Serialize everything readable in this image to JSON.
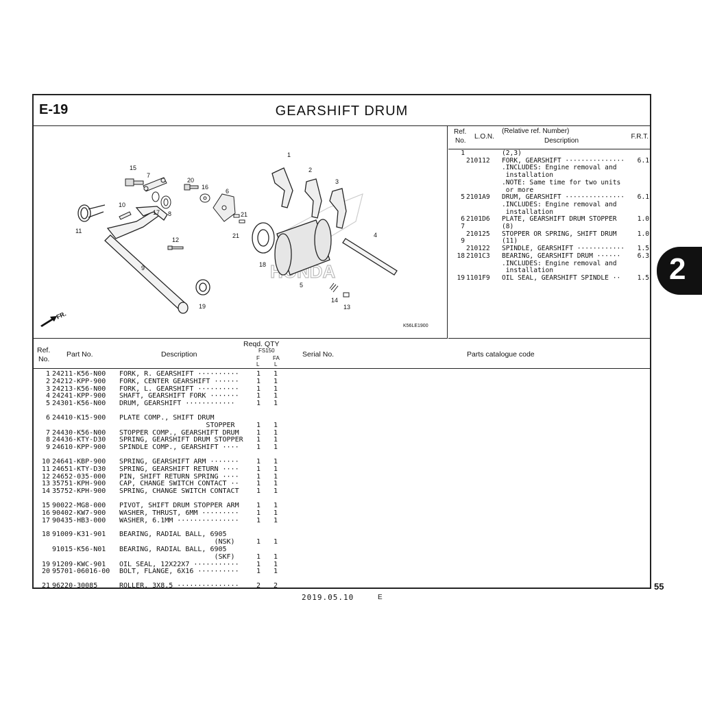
{
  "header": {
    "page_code": "E-19",
    "title": "GEARSHIFT DRUM"
  },
  "section_tab": "2",
  "page_number": "55",
  "footer": {
    "date": "2019.05.10",
    "edition": "E"
  },
  "diagram": {
    "code": "K56LE1900",
    "direction_label": "FR.",
    "callouts": [
      "1",
      "2",
      "3",
      "4",
      "5",
      "6",
      "7",
      "8",
      "9",
      "10",
      "11",
      "12",
      "13",
      "14",
      "15",
      "16",
      "17",
      "18",
      "19",
      "20",
      "21",
      "21"
    ]
  },
  "lon_table": {
    "headers": {
      "ref": "Ref.",
      "ref_no": "No.",
      "lon": "L.O.N.",
      "desc_top": "(Relative ref. Number)",
      "desc": "Description",
      "frt": "F.R.T."
    },
    "rows": [
      {
        "ref": "1",
        "lon": "",
        "desc": "(2,3)",
        "frt": ""
      },
      {
        "ref": "",
        "lon": "210112",
        "desc": "FORK, GEARSHIFT ···············",
        "frt": "6.1"
      },
      {
        "ref": "",
        "lon": "",
        "desc": ".INCLUDES: Engine removal and",
        "frt": ""
      },
      {
        "ref": "",
        "lon": "",
        "desc": " installation",
        "frt": ""
      },
      {
        "ref": "",
        "lon": "",
        "desc": ".NOTE: Same time for two units",
        "frt": ""
      },
      {
        "ref": "",
        "lon": "",
        "desc": " or more",
        "frt": ""
      },
      {
        "ref": "5",
        "lon": "2101A9",
        "desc": "DRUM, GEARSHIFT ···············",
        "frt": "6.1"
      },
      {
        "ref": "",
        "lon": "",
        "desc": ".INCLUDES: Engine removal and",
        "frt": ""
      },
      {
        "ref": "",
        "lon": "",
        "desc": " installation",
        "frt": ""
      },
      {
        "ref": "6",
        "lon": "2101D6",
        "desc": "PLATE, GEARSHIFT DRUM STOPPER",
        "frt": "1.0"
      },
      {
        "ref": "7",
        "lon": "",
        "desc": "(8)",
        "frt": ""
      },
      {
        "ref": "",
        "lon": "210125",
        "desc": "STOPPER OR SPRING, SHIFT DRUM",
        "frt": "1.0"
      },
      {
        "ref": "9",
        "lon": "",
        "desc": "(11)",
        "frt": ""
      },
      {
        "ref": "",
        "lon": "210122",
        "desc": "SPINDLE, GEARSHIFT ············",
        "frt": "1.5"
      },
      {
        "ref": "18",
        "lon": "2101C3",
        "desc": "BEARING, GEARSHIFT DRUM ······",
        "frt": "6.3"
      },
      {
        "ref": "",
        "lon": "",
        "desc": ".INCLUDES: Engine removal and",
        "frt": ""
      },
      {
        "ref": "",
        "lon": "",
        "desc": " installation",
        "frt": ""
      },
      {
        "ref": "19",
        "lon": "1101F9",
        "desc": "OIL SEAL, GEARSHIFT SPINDLE ··",
        "frt": "1.5"
      }
    ]
  },
  "parts_table": {
    "headers": {
      "ref": "Ref.",
      "ref_no": "No.",
      "part_no": "Part No.",
      "description": "Description",
      "reqd_qty": "Reqd. QTY",
      "model": "FS150",
      "f": "F",
      "fa": "FA",
      "f_l": "L",
      "fa_l": "L",
      "serial": "Serial No.",
      "catalogue": "Parts catalogue code"
    },
    "rows": [
      {
        "ref": "1",
        "part": "24211-K56-N00",
        "desc": "FORK, R. GEARSHIFT ··········",
        "f": "1",
        "fa": "1"
      },
      {
        "ref": "2",
        "part": "24212-KPP-900",
        "desc": "FORK, CENTER GEARSHIFT ······",
        "f": "1",
        "fa": "1"
      },
      {
        "ref": "3",
        "part": "24213-K56-N00",
        "desc": "FORK, L. GEARSHIFT ··········",
        "f": "1",
        "fa": "1"
      },
      {
        "ref": "4",
        "part": "24241-KPP-900",
        "desc": "SHAFT, GEARSHIFT FORK ·······",
        "f": "1",
        "fa": "1"
      },
      {
        "ref": "5",
        "part": "24301-K56-N00",
        "desc": "DRUM, GEARSHIFT ············",
        "f": "1",
        "fa": "1"
      },
      {
        "ref": "6",
        "part": "24410-K15-900",
        "desc": "PLATE COMP., SHIFT DRUM",
        "f": "",
        "fa": ""
      },
      {
        "ref": "",
        "part": "",
        "desc": "                     STOPPER",
        "f": "1",
        "fa": "1"
      },
      {
        "ref": "7",
        "part": "24430-K56-N00",
        "desc": "STOPPER COMP., GEARSHIFT DRUM",
        "f": "1",
        "fa": "1"
      },
      {
        "ref": "8",
        "part": "24436-KTY-D30",
        "desc": "SPRING, GEARSHIFT DRUM STOPPER",
        "f": "1",
        "fa": "1"
      },
      {
        "ref": "9",
        "part": "24610-KPP-900",
        "desc": "SPINDLE COMP., GEARSHIFT ····",
        "f": "1",
        "fa": "1"
      },
      {
        "ref": "10",
        "part": "24641-KBP-900",
        "desc": "SPRING, GEARSHIFT ARM ·······",
        "f": "1",
        "fa": "1"
      },
      {
        "ref": "11",
        "part": "24651-KTY-D30",
        "desc": "SPRING, GEARSHIFT RETURN ····",
        "f": "1",
        "fa": "1"
      },
      {
        "ref": "12",
        "part": "24652-035-000",
        "desc": "PIN, SHIFT RETURN SPRING ····",
        "f": "1",
        "fa": "1"
      },
      {
        "ref": "13",
        "part": "35751-KPH-900",
        "desc": "CAP, CHANGE SWITCH CONTACT ··",
        "f": "1",
        "fa": "1"
      },
      {
        "ref": "14",
        "part": "35752-KPH-900",
        "desc": "SPRING, CHANGE SWITCH CONTACT",
        "f": "1",
        "fa": "1"
      },
      {
        "ref": "15",
        "part": "90022-MG8-000",
        "desc": "PIVOT, SHIFT DRUM STOPPER ARM",
        "f": "1",
        "fa": "1"
      },
      {
        "ref": "16",
        "part": "90402-KW7-900",
        "desc": "WASHER, THRUST, 6MM ·········",
        "f": "1",
        "fa": "1"
      },
      {
        "ref": "17",
        "part": "90435-HB3-000",
        "desc": "WASHER, 6.1MM ···············",
        "f": "1",
        "fa": "1"
      },
      {
        "ref": "18",
        "part": "91009-K31-901",
        "desc": "BEARING, RADIAL BALL, 6905",
        "f": "",
        "fa": ""
      },
      {
        "ref": "",
        "part": "",
        "desc": "                       (NSK)",
        "f": "1",
        "fa": "1"
      },
      {
        "ref": "",
        "part": "91015-K56-N01",
        "desc": "BEARING, RADIAL BALL, 6905",
        "f": "",
        "fa": ""
      },
      {
        "ref": "",
        "part": "",
        "desc": "                       (SKF)",
        "f": "1",
        "fa": "1"
      },
      {
        "ref": "19",
        "part": "91209-KWC-901",
        "desc": "OIL SEAL, 12X22X7 ···········",
        "f": "1",
        "fa": "1"
      },
      {
        "ref": "20",
        "part": "95701-06016-00",
        "desc": "BOLT, FLANGE, 6X16 ··········",
        "f": "1",
        "fa": "1"
      },
      {
        "ref": "21",
        "part": "96220-30085",
        "desc": "ROLLER, 3X8.5 ···············",
        "f": "2",
        "fa": "2"
      }
    ]
  }
}
